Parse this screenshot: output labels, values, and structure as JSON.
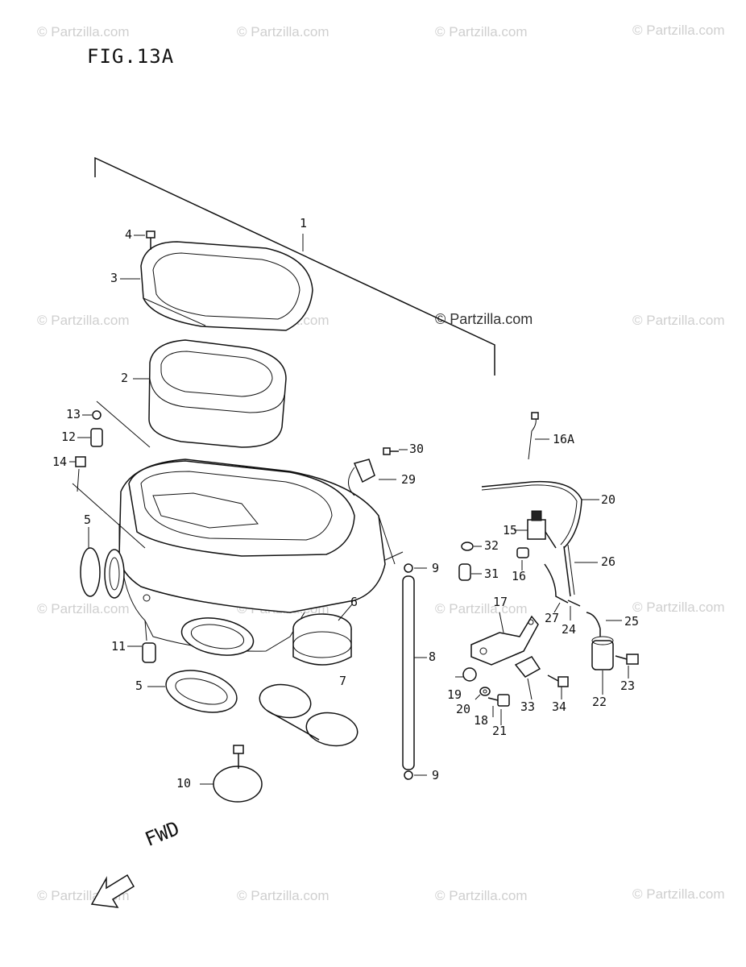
{
  "title": "FIG.13A",
  "watermarks": {
    "w1": "© Partzilla.com",
    "w2": "© Partzilla.com",
    "w3": "© Partzilla.com",
    "w4": "© Partzilla.com",
    "w5": "© Partzilla.com",
    "w6": "© Partzilla.com",
    "w7": "© Partzilla.com",
    "w8": "© Partzilla.com",
    "w9": "© Partzilla.com",
    "w10": "© Partzilla.com",
    "w11": "© Partzilla.com",
    "w12": "© Partzilla.com",
    "w13": "© Partzilla.com",
    "w14": "© Partzilla.com",
    "w15": "© Partzilla.com",
    "w16": "© Partzilla.com",
    "center": "© Partzilla.com"
  },
  "callouts": {
    "c1": "1",
    "c2": "2",
    "c3": "3",
    "c4": "4",
    "c5a": "5",
    "c5b": "5",
    "c6": "6",
    "c7": "7",
    "c8": "8",
    "c9a": "9",
    "c9b": "9",
    "c10": "10",
    "c11": "11",
    "c12": "12",
    "c13": "13",
    "c14": "14",
    "c15": "15",
    "c16": "16",
    "c16a": "16A",
    "c17": "17",
    "c18": "18",
    "c19": "19",
    "c20a": "20",
    "c20b": "20",
    "c21": "21",
    "c22": "22",
    "c23": "23",
    "c24": "24",
    "c25": "25",
    "c26": "26",
    "c27": "27",
    "c29": "29",
    "c30": "30",
    "c31": "31",
    "c32": "32",
    "c33": "33",
    "c34": "34"
  },
  "fwd_label": "FWD"
}
